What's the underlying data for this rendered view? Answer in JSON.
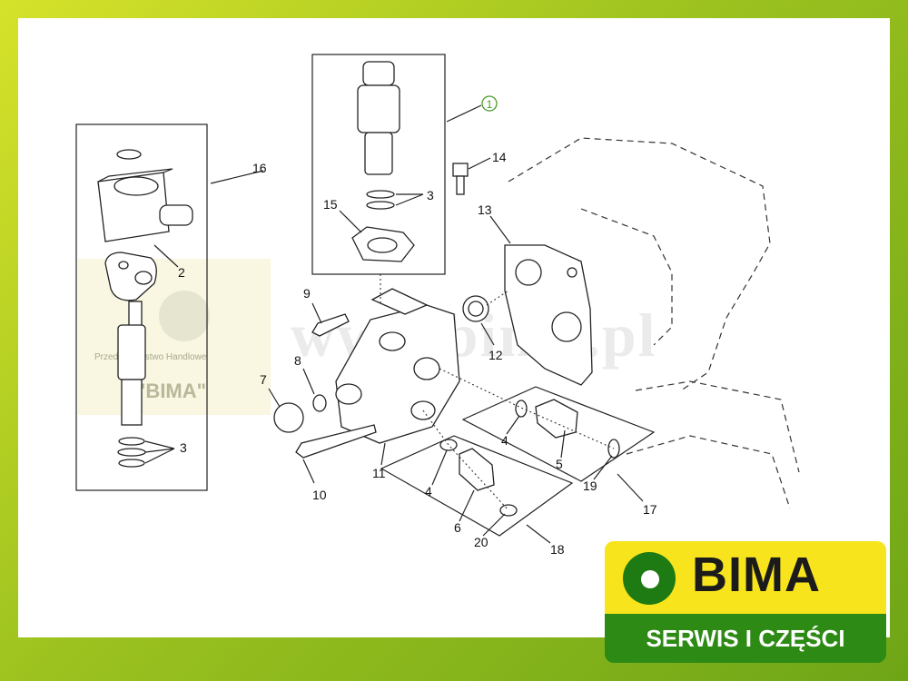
{
  "diagram": {
    "callouts": [
      "1",
      "2",
      "3",
      "3",
      "4",
      "4",
      "5",
      "6",
      "7",
      "8",
      "9",
      "10",
      "11",
      "12",
      "13",
      "14",
      "15",
      "16",
      "17",
      "18",
      "19",
      "20"
    ]
  },
  "watermark": {
    "site": "www.bima.pl",
    "company_line1": "Przedsiębiorstwo Handlowe",
    "company_line2": "\"BIMA\""
  },
  "badge": {
    "logo": "BIMA",
    "subtitle": "SERWIS I CZĘŚCI",
    "colors": {
      "yellow": "#f7e41c",
      "green": "#2d8a14",
      "frame": "#9cc21f"
    }
  }
}
